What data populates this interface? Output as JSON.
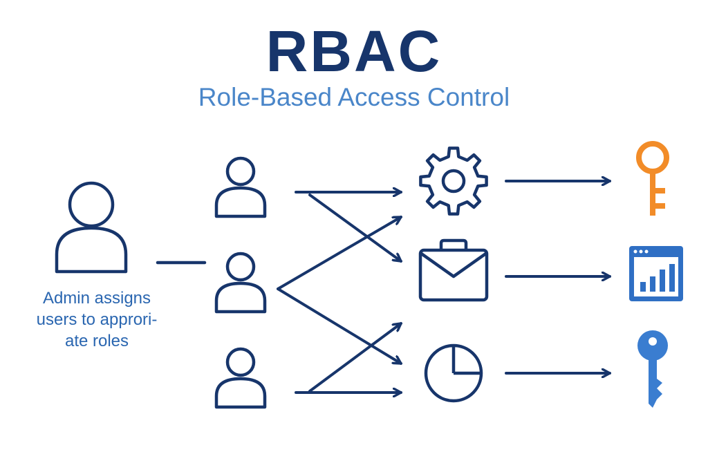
{
  "title": "RBAC",
  "subtitle": "Role-Based Access Control",
  "caption": {
    "line1": "Admin assigns",
    "line2": "users to approri-",
    "line3": "ate roles"
  },
  "nodes": {
    "admin": {
      "icon": "admin-user-icon"
    },
    "users": [
      {
        "icon": "user-icon"
      },
      {
        "icon": "user-icon"
      },
      {
        "icon": "user-icon"
      }
    ],
    "roles": [
      {
        "icon": "gear-icon"
      },
      {
        "icon": "briefcase-icon"
      },
      {
        "icon": "pie-chart-icon"
      }
    ],
    "permissions": [
      {
        "icon": "key-icon",
        "color": "#f28c28"
      },
      {
        "icon": "dashboard-chart-icon",
        "color": "#2f6fc4"
      },
      {
        "icon": "key-icon",
        "color": "#3a7dd0"
      }
    ]
  },
  "colors": {
    "title": "#17356b",
    "line": "#17356b",
    "subtitle": "#4a86c9",
    "caption": "#2a66b0"
  }
}
